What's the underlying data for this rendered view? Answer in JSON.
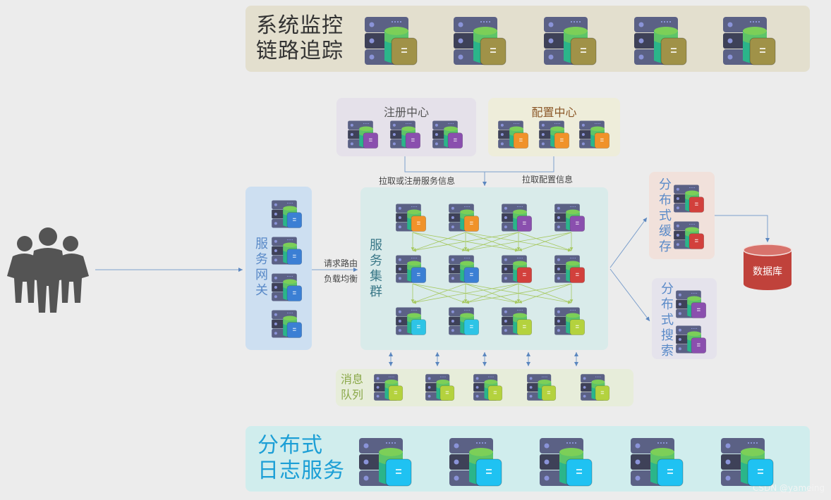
{
  "colors": {
    "olive": "#a09248",
    "purple": "#8a4fae",
    "orange": "#f0922a",
    "blue": "#3b7fd4",
    "red": "#d2403c",
    "cyan": "#2ec4e6",
    "lime": "#b4d23e",
    "sky": "#1fc2f2"
  },
  "monitor": {
    "line1": "系统监控",
    "line2": "链路追踪"
  },
  "registry": {
    "title": "注册中心"
  },
  "config": {
    "title": "配置中心"
  },
  "edge_labels": {
    "register": "拉取或注册服务信息",
    "pull_config": "拉取配置信息",
    "route": "请求路由",
    "balance": "负载均衡"
  },
  "gateway": {
    "title": "服务网关"
  },
  "cluster": {
    "title": "服务集群"
  },
  "cache": {
    "title": "分布式缓存"
  },
  "search": {
    "title": "分布式搜索"
  },
  "database": {
    "label": "数据库"
  },
  "mq": {
    "line1": "消息",
    "line2": "队列"
  },
  "logging": {
    "line1": "分布式",
    "line2": "日志服务"
  },
  "watermark": "CSDN @yameing"
}
